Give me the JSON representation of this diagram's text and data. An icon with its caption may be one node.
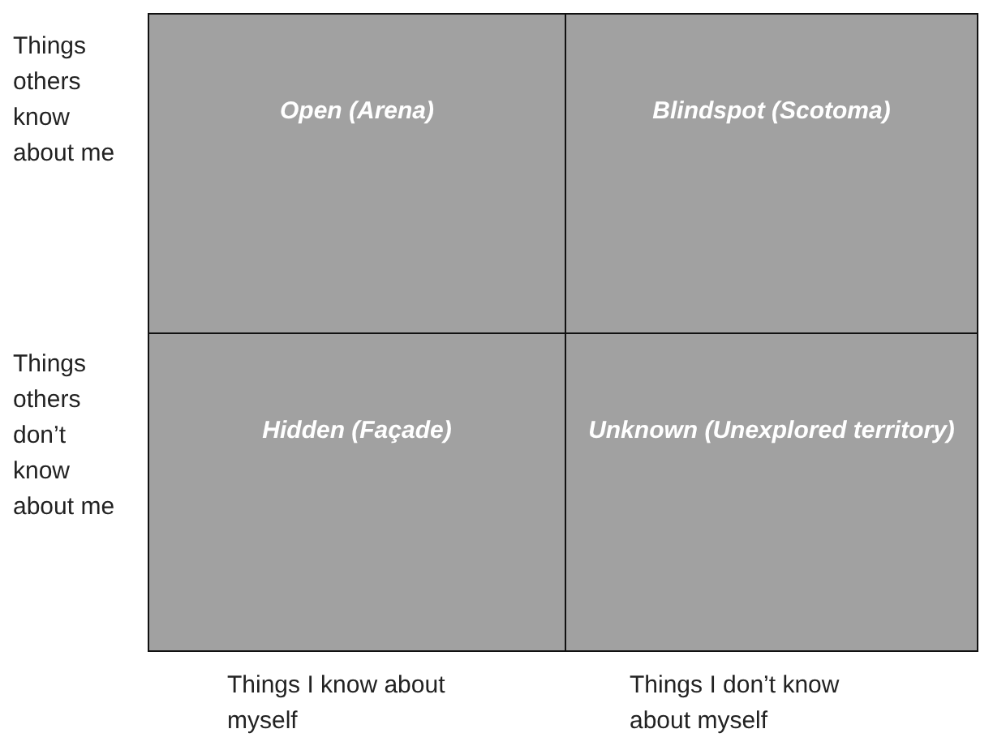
{
  "diagram": {
    "nodes": [
      {
        "text": [
          "Open (Arena)"
        ]
      },
      {
        "text": [
          "Blindspot (Scotoma)"
        ]
      },
      {
        "text": [
          "Hidden (Façade)"
        ]
      },
      {
        "text": [
          "Unknown (Unexplored territory)"
        ]
      }
    ],
    "labels": [
      "Things others know about me",
      "Things others don’t know about me",
      "Things I know about myself",
      "Things I don’t know about myself"
    ]
  }
}
